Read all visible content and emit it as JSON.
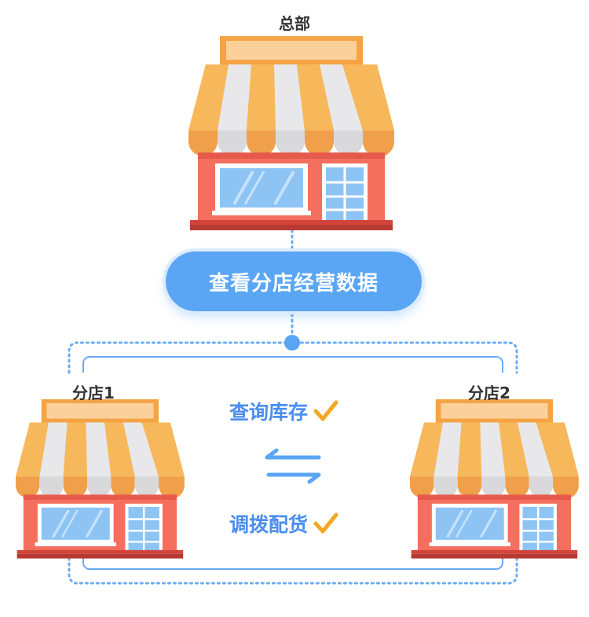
{
  "headquarters": {
    "label": "总部"
  },
  "center_pill": {
    "label": "查看分店经营数据"
  },
  "branches": [
    {
      "label": "分店1"
    },
    {
      "label": "分店2"
    }
  ],
  "actions": [
    {
      "label": "查询库存",
      "icon": "check-icon"
    },
    {
      "label": "调拨配货",
      "icon": "check-icon"
    }
  ],
  "icons": {
    "exchange": "exchange-arrows-icon",
    "store": "store-icon"
  },
  "colors": {
    "awning_orange": "#f7b85c",
    "awning_white": "#e8e8ea",
    "wall_red": "#f46f5e",
    "base_dark": "#b73a32",
    "sign_orange": "#f4a444",
    "window_blue": "#8ec4f4",
    "accent_blue": "#5aa6f4",
    "connector_blue": "#6aabf3",
    "check_orange": "#f5a623"
  }
}
